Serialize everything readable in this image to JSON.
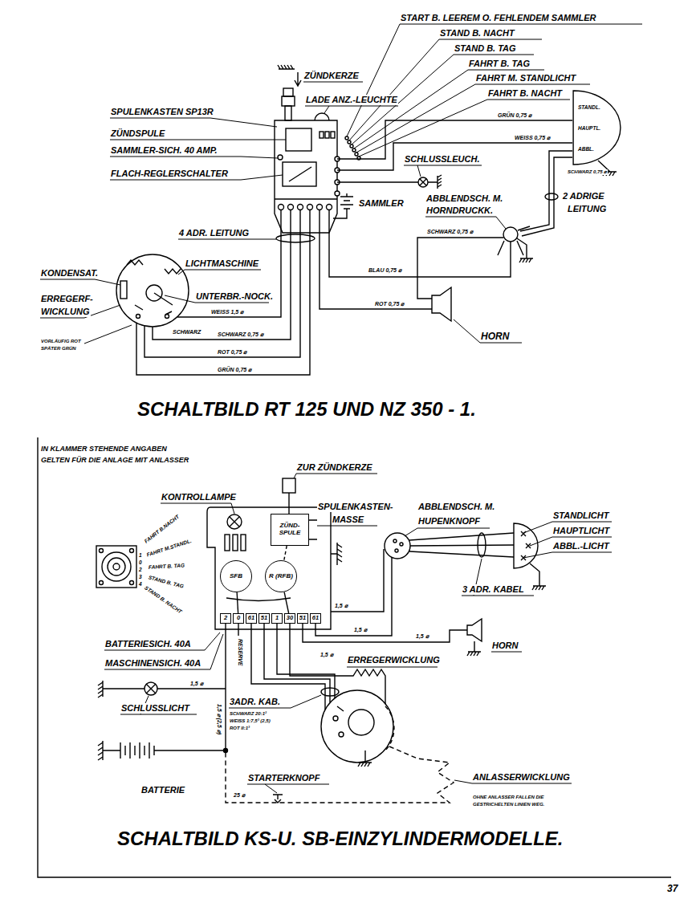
{
  "diagram": {
    "title": "SCHALTBILD RT 125 UND NZ 350 - 1.",
    "caption": "SCHALTBILD KS-U. SB-EINZYLINDERMODELLE.",
    "nodes": [
      {
        "text": [
          "STANDL.",
          "HAUPTL.",
          "ABBL."
        ]
      },
      {
        "text": [
          "ZÜND- SPULE"
        ]
      },
      {
        "text": [
          "SFB"
        ]
      },
      {
        "text": [
          "R (RFB)"
        ]
      },
      {
        "text": [
          "2"
        ]
      },
      {
        "text": [
          "0"
        ]
      },
      {
        "text": [
          "61"
        ]
      },
      {
        "text": [
          "51"
        ]
      },
      {
        "text": [
          "1"
        ]
      },
      {
        "text": [
          "30"
        ]
      },
      {
        "text": [
          "51"
        ]
      },
      {
        "text": [
          "61"
        ]
      }
    ],
    "edges": [
      {
        "from": 1,
        "to": 3,
        "arrow": "none"
      },
      {
        "from": 2,
        "to": 5,
        "arrow": "none"
      },
      {
        "from": 3,
        "to": 9,
        "arrow": "none"
      }
    ],
    "labels": [
      "START B. LEEREM O. FEHLENDEM SAMMLER",
      "STAND B. NACHT",
      "STAND B. TAG",
      "FAHRT B. TAG",
      "FAHRT M. STANDLICHT",
      "FAHRT B. NACHT",
      "ZÜNDKERZE",
      "LADE ANZ.-LEUCHTE",
      "SPULENKASTEN SP13R",
      "ZÜNDSPULE",
      "SAMMLER-SICH. 40 AMP.",
      "FLACH-REGLERSCHALTER",
      "SCHLUSSLEUCH.",
      "SAMMLER",
      "ABBLENDSCH. M.",
      "HORNDRUCKK.",
      "2 ADRIGE",
      "LEITUNG",
      "GRÜN 0,75 ⌀",
      "WEISS 0,75 ⌀",
      "SCHWARZ 0,75 ⌀",
      "SCHWARZ 0,75 ⌀",
      "4 ADR. LEITUNG",
      "LICHTMASCHINE",
      "KONDENSAT.",
      "ERREGERF-",
      "WICKLUNG",
      "UNTERBR.-NOCK.",
      "WEISS 1,5 ⌀",
      "SCHWARZ",
      "SCHWARZ 0,75 ⌀",
      "ROT 0,75 ⌀",
      "GRÜN 0,75 ⌀",
      "VORLÄUFIG ROT",
      "SPÄTER GRÜN",
      "BLAU 0,75 ⌀",
      "ROT 0,75 ⌀",
      "HORN",
      "IN KLAMMER STEHENDE ANGABEN",
      "GELTEN FÜR DIE ANLAGE MIT ANLASSER",
      "ZUR ZÜNDKERZE",
      "KONTROLLAMPE",
      "SPULENKASTEN-",
      "MASSE",
      "ABBLENDSCH. M.",
      "HUPENKNOPF",
      "STANDLICHT",
      "HAUPTLICHT",
      "ABBL.-LICHT",
      "FAHRT B.NACHT",
      "FAHRT M.STANDL.",
      "FAHRT B. TAG",
      "STAND B. TAG",
      "STAND B. NACHT",
      "1",
      "0",
      "2",
      "3",
      "4",
      "BATTERIESICH. 40A",
      "MASCHINENSICH. 40A",
      "RESERVE",
      "SCHLUSSLICHT",
      "3ADR. KAB.",
      "SCHWARZ 20:1²",
      "WEISS 1:7,5³ (2,5)",
      "ROT II:1³",
      "1,5 ⌀ (2,5 ⌀)",
      "1,5 ⌀",
      "1,5 ⌀",
      "1,5 ⌀",
      "1,5 ⌀",
      "1,5 ⌀",
      "3 ADR. KABEL",
      "HORN",
      "ERREGERWICKLUNG",
      "BATTERIE",
      "STARTERKNOPF",
      "25 ⌀",
      "ANLASSERWICKLUNG",
      "OHNE ANLASSER FALLEN DIE",
      "GESTRICHELTEN LINIEN WEG.",
      "37"
    ]
  }
}
